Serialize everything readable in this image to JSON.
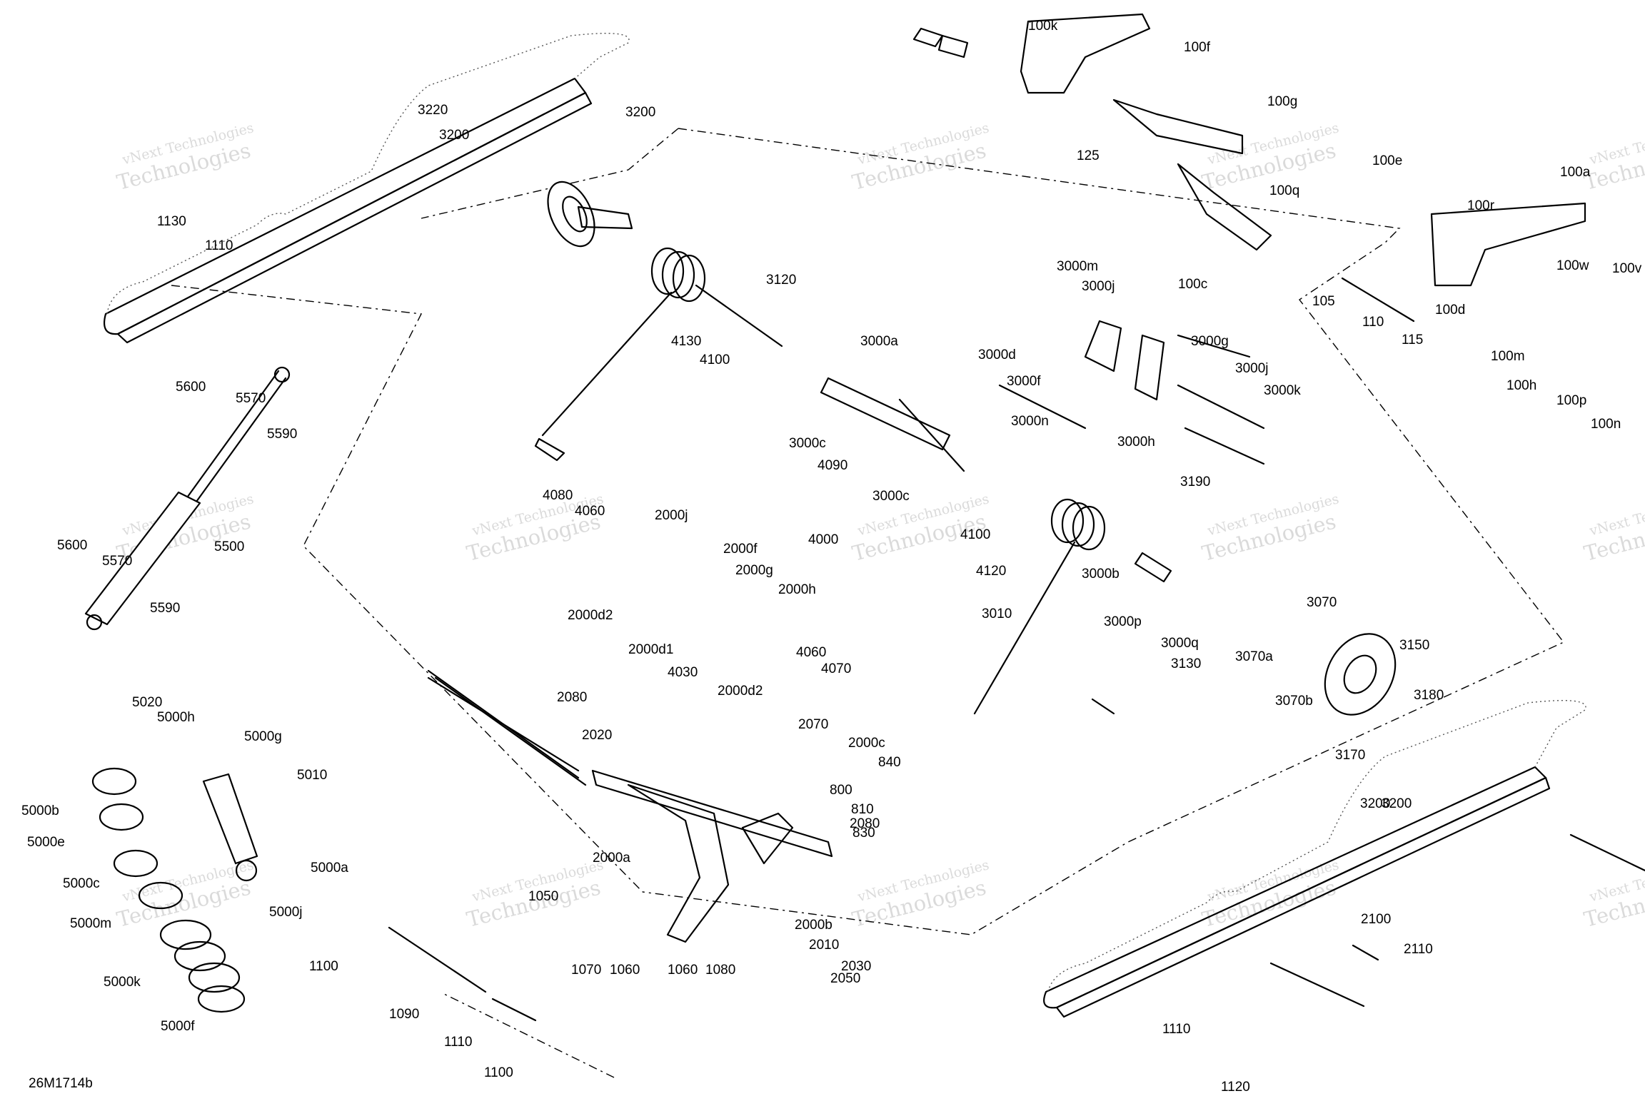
{
  "figure_code": "26M1714b",
  "watermark": {
    "line1": "vNext Technologies",
    "line2": "Technologies"
  },
  "callouts": [
    "100k",
    "100f",
    "100g",
    "125",
    "100e",
    "100q",
    "100c",
    "105",
    "110",
    "115",
    "100a",
    "100r",
    "100d",
    "100w",
    "100v",
    "100m",
    "100h",
    "100p",
    "100n",
    "3220",
    "3200",
    "3200",
    "1130",
    "1110",
    "5600",
    "5570",
    "5590",
    "5500",
    "5600",
    "5570",
    "5590",
    "3120",
    "4130",
    "4100",
    "3000a",
    "3000d",
    "3000f",
    "3000c",
    "4090",
    "3000c",
    "3000n",
    "3000m",
    "3000j",
    "3000g",
    "3000j",
    "3000k",
    "3000h",
    "3190",
    "4080",
    "4060",
    "2000j",
    "2000f",
    "2000g",
    "2000h",
    "2000d2",
    "2000d1",
    "4030",
    "2000d2",
    "4000",
    "4100",
    "4120",
    "4060",
    "4070",
    "3010",
    "3000b",
    "3000p",
    "3000q",
    "3130",
    "3070",
    "3070a",
    "3070b",
    "3150",
    "3180",
    "3170",
    "3200",
    "3200",
    "2080",
    "2070",
    "2020",
    "2000c",
    "2000a",
    "2080",
    "1050",
    "2000b",
    "2010",
    "2030",
    "2050",
    "1070",
    "1060",
    "1060",
    "1080",
    "840",
    "800",
    "810",
    "830",
    "5020",
    "5000h",
    "5000g",
    "5010",
    "5000b",
    "5000e",
    "5000a",
    "5000c",
    "5000m",
    "5000j",
    "5000k",
    "5000f",
    "1100",
    "1090",
    "1110",
    "1100",
    "2100",
    "2110",
    "1110",
    "1120"
  ]
}
